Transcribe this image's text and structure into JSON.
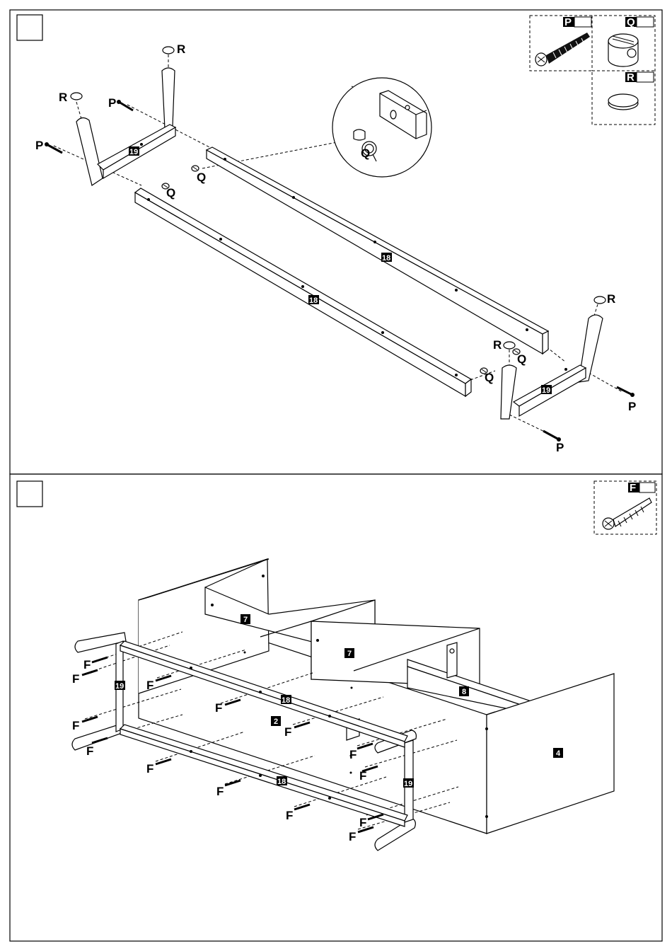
{
  "panels": [
    {
      "step_number": "",
      "legend": [
        {
          "letter": "P"
        },
        {
          "letter": "Q"
        },
        {
          "letter": "R"
        }
      ],
      "labels": {
        "R": "R",
        "P": "P",
        "Q": "Q",
        "rail": "18",
        "crossbar": "19"
      }
    },
    {
      "step_number": "",
      "legend": [
        {
          "letter": "F"
        }
      ],
      "labels": {
        "F": "F",
        "divider": "7",
        "top_panel": "2",
        "shelf": "8",
        "side_panel": "4",
        "rail": "18",
        "crossbar": "19"
      }
    }
  ]
}
